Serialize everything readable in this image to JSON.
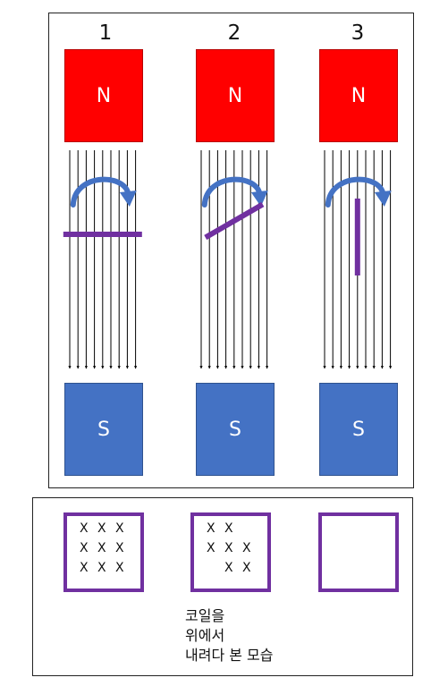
{
  "columns": [
    {
      "number": "1",
      "north_label": "N",
      "south_label": "S",
      "coil_angle_deg": 0
    },
    {
      "number": "2",
      "north_label": "N",
      "south_label": "S",
      "coil_angle_deg": -30
    },
    {
      "number": "3",
      "north_label": "N",
      "south_label": "S",
      "coil_angle_deg": 90
    }
  ],
  "top_view": {
    "coils": [
      {
        "rows": [
          [
            "X",
            "X",
            "X"
          ],
          [
            "X",
            "X",
            "X"
          ],
          [
            "X",
            "X",
            "X"
          ]
        ]
      },
      {
        "rows": [
          [
            "X",
            "X",
            ""
          ],
          [
            "X",
            "X",
            "X"
          ],
          [
            "",
            "X",
            "X"
          ]
        ]
      },
      {
        "rows": []
      }
    ]
  },
  "caption": [
    "코일을",
    "위에서",
    "내려다 본 모습"
  ],
  "colors": {
    "north": "#ff0000",
    "south": "#4472c4",
    "coil": "#7030a0",
    "rotation_arrow": "#4472c4",
    "field_line": "#000000"
  }
}
